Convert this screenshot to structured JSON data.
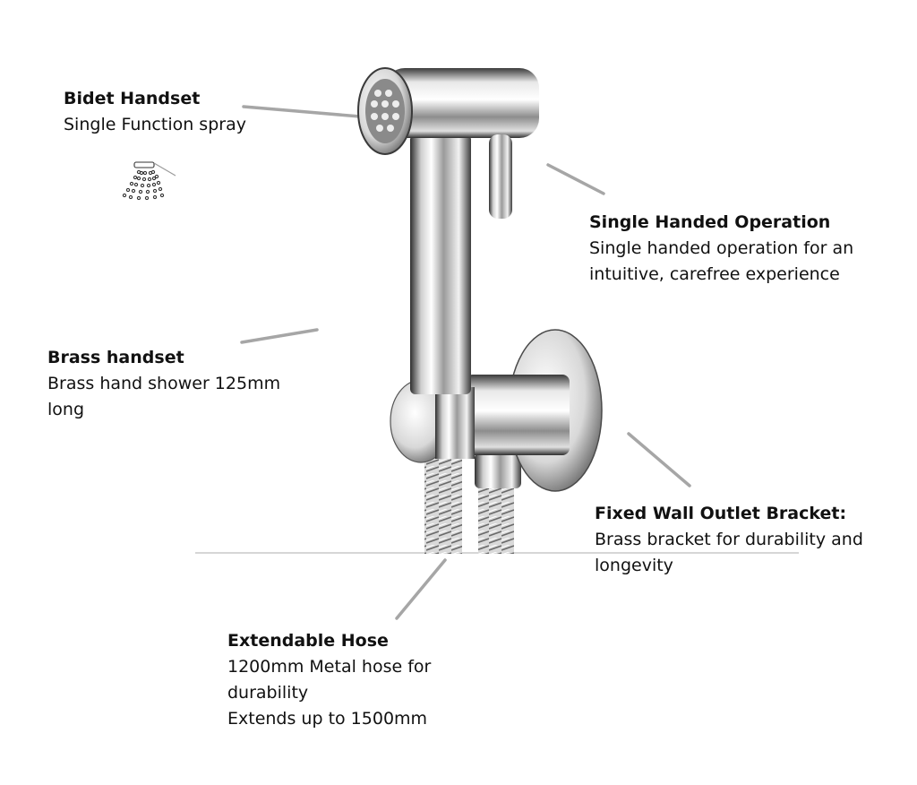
{
  "callouts": [
    {
      "id": "bidet-handset",
      "title": "Bidet Handset",
      "desc": "Single Function spray"
    },
    {
      "id": "single-handed-operation",
      "title": "Single Handed Operation",
      "desc": "Single handed operation for an\nintuitive, carefree experience"
    },
    {
      "id": "brass-handset",
      "title": "Brass handset",
      "desc": "Brass hand shower 125mm\nlong"
    },
    {
      "id": "fixed-wall-outlet-bracket",
      "title": "Fixed Wall Outlet Bracket:",
      "desc": "Brass bracket for durability and\nlongevity"
    },
    {
      "id": "extendable-hose",
      "title": "Extendable Hose",
      "desc": "1200mm Metal hose for\ndurability\nExtends up to 1500mm"
    }
  ],
  "colors": {
    "leader": "#a6a6a6",
    "chrome_dark": "#3a3a3a",
    "chrome_light": "#f4f4f4",
    "floor": "#bdbdbd"
  },
  "icons": [
    "spray-icon"
  ]
}
